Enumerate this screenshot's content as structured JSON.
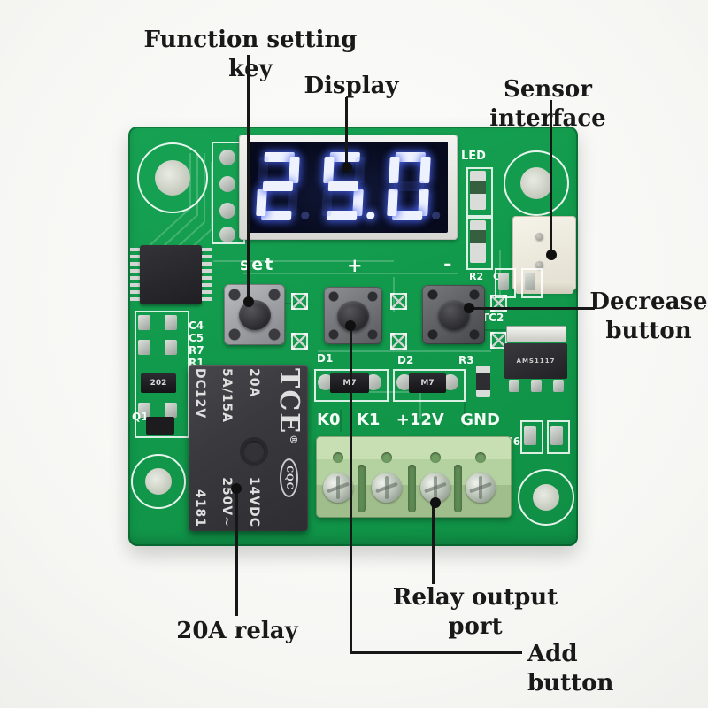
{
  "annotations": {
    "function_setting_key": "Function setting key",
    "display": "Display",
    "sensor_interface": "Sensor interface",
    "decrease_line1": "Decrease",
    "decrease_line2": "button",
    "relay_20a": "20A relay",
    "relay_output_port": "Relay output port",
    "add_button": "Add button"
  },
  "board": {
    "display": {
      "value": "25.0",
      "digits": [
        "2",
        "5",
        "0"
      ],
      "dps": [
        "dim",
        "lit",
        "dim"
      ],
      "digit_color": "#eef2ff",
      "glow_color": "#4861ee"
    },
    "silkscreen": {
      "led": "LED",
      "set_key": "set",
      "plus": "+",
      "minus": "-",
      "r2": "R2",
      "c1": "C1",
      "tc2": "TC2",
      "c4": "C4",
      "c5": "C5",
      "r7": "R7",
      "r1": "R1",
      "q1": "Q1",
      "d1": "D1",
      "d2": "D2",
      "r3": "R3",
      "c6": "C6",
      "k0": "K0",
      "k1": "K1",
      "v12": "+12V",
      "gnd": "GND"
    },
    "relay": {
      "brand": "TCE",
      "reg_mark": "®",
      "line1_left": "20A",
      "line1_right": "14VDC",
      "line2_left": "5A/15A",
      "line2_right": "250V~",
      "line3_left": "DC12V",
      "line3_right": "4181",
      "cert": "CQC"
    },
    "components": {
      "resistor_202": "202",
      "diode1_mark": "M7",
      "diode2_mark": "M7",
      "regulator_mark": "AMS1117"
    },
    "colors": {
      "pcb_green": "#129a4c",
      "terminal_green": "#b4d1a0",
      "relay_body": "#3a3a3e"
    }
  }
}
